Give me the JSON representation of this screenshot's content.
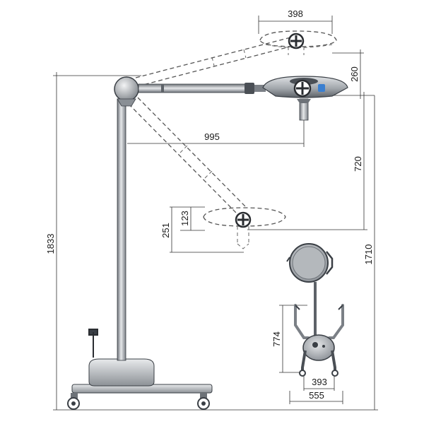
{
  "dimensions": {
    "head_diameter": "398",
    "head_height": "260",
    "arm_reach": "995",
    "vertical_travel": "720",
    "head_depth_small": "123",
    "head_depth_large": "251",
    "total_height": "1833",
    "pole_height": "1710",
    "base_height": "774",
    "base_inner_width": "393",
    "base_outer_width": "555"
  },
  "colors": {
    "metal_dark": "#4a4f55",
    "metal_light": "#c9ccd0",
    "accent_blue": "#3a7fd0",
    "line": "#333333"
  }
}
